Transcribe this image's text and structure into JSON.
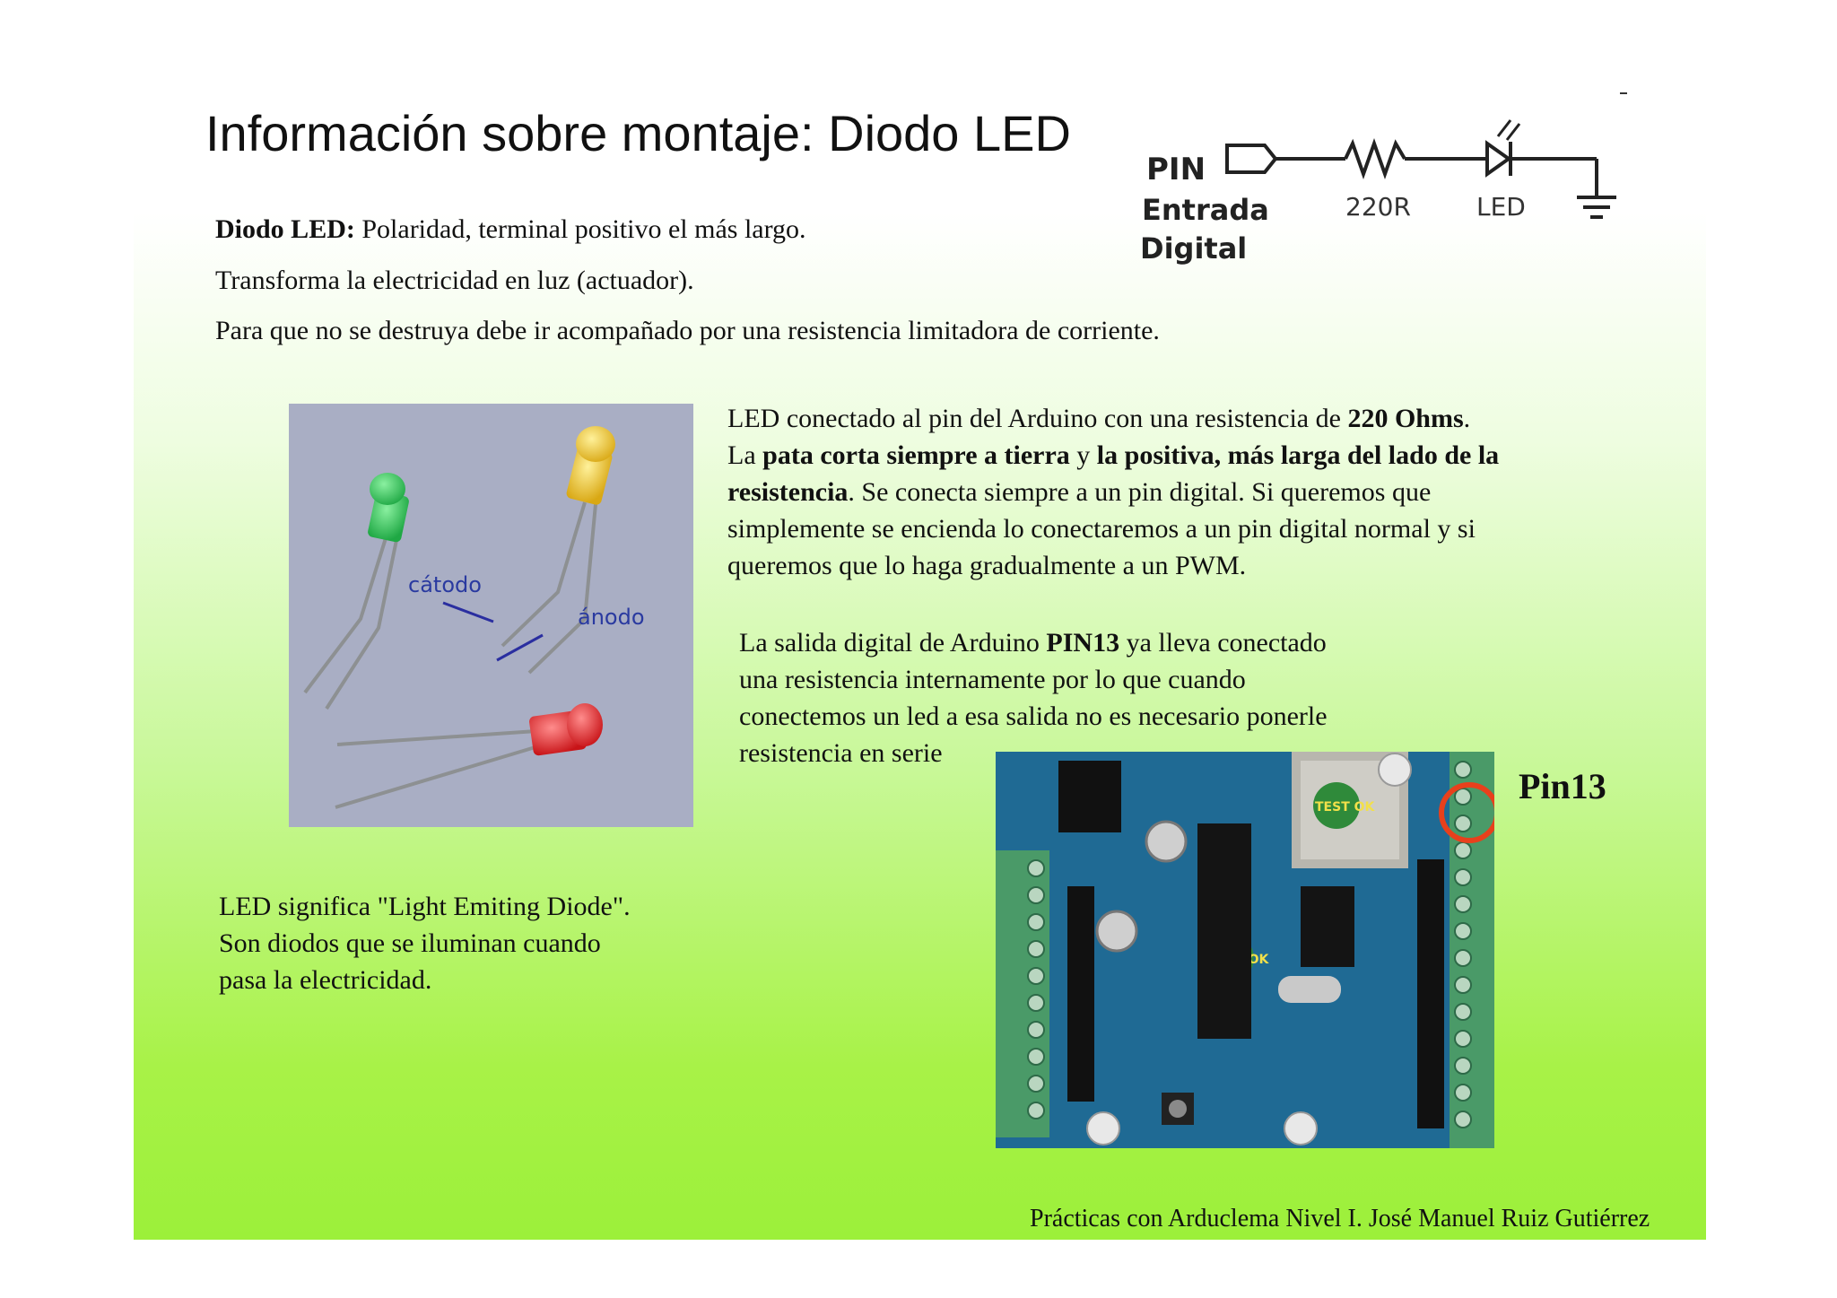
{
  "title": "Información sobre montaje: Diodo LED",
  "intro": {
    "line1_bold": "Diodo LED:",
    "line1_rest": " Polaridad, terminal positivo el más largo.",
    "line2": "Transforma la electricidad en luz (actuador).",
    "line3": "Para que no se destruya  debe ir acompañado por una resistencia limitadora de corriente."
  },
  "schematic": {
    "pin_label_1": "PIN",
    "pin_label_2": "Entrada",
    "pin_label_3": "Digital",
    "resistor_label": "220R",
    "led_label": "LED"
  },
  "led_photo": {
    "cathode_label": "cátodo",
    "anode_label": "ánodo",
    "colors": {
      "background": "#a9aec4",
      "green": "#2fc45a",
      "yellow": "#f0cc2a",
      "red": "#e8262a"
    }
  },
  "connection_text": {
    "l1_a": "LED conectado al pin del Arduino con una resistencia de ",
    "l1_b": "220 Ohms",
    "l1_c": ".",
    "l2_a": "La ",
    "l2_b": "pata corta siempre a tierra",
    "l2_c": " y ",
    "l2_d": "la positiva, más larga del lado de la",
    "l3_a": "resistencia",
    "l3_b": ". Se conecta siempre a un pin digital. Si queremos que",
    "l4": "simplemente se encienda lo conectaremos a un pin digital normal y si",
    "l5": "queremos que lo haga gradualmente a un PWM."
  },
  "pin13_text": {
    "l1_a": "La salida digital de Arduino ",
    "l1_b": "PIN13",
    "l1_c": " ya lleva conectado",
    "l2": "una resistencia internamente por lo que cuando",
    "l3": "conectemos un led a esa salida no es necesario ponerle",
    "l4": "resistencia en serie"
  },
  "board_photo": {
    "test_ok": "TEST OK",
    "pin13_label": "Pin13",
    "highlight_color": "#e8401c"
  },
  "led_meaning": {
    "l1": "LED significa \"Light Emiting Diode\".",
    "l2": "Son diodos que se iluminan cuando",
    "l3": "pasa la electricidad."
  },
  "footer": "Prácticas con Arduclema Nivel I.  José Manuel Ruiz Gutiérrez"
}
